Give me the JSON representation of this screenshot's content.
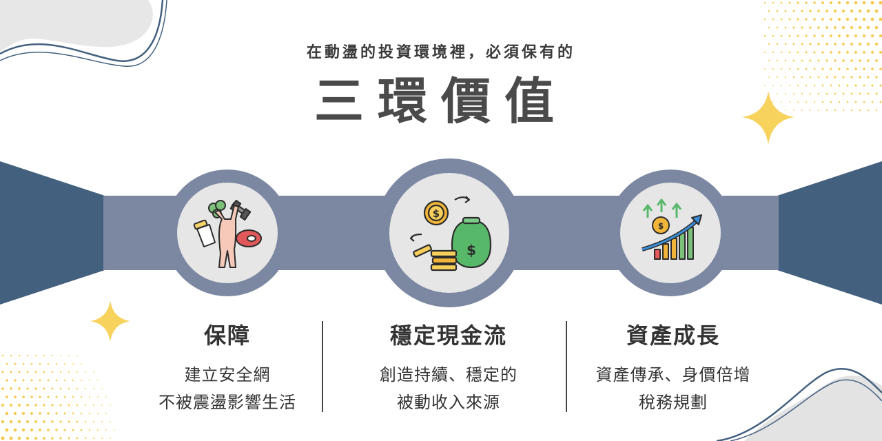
{
  "header": {
    "subtitle": "在動盪的投資環境裡，必須保有的",
    "title": "三環價值"
  },
  "values": [
    {
      "title": "保障",
      "lines": [
        "建立安全網",
        "不被震盪影響生活"
      ],
      "icon": "fitness-health-icon"
    },
    {
      "title": "穩定現金流",
      "lines": [
        "創造持續、穩定的",
        "被動收入來源"
      ],
      "icon": "money-flow-icon"
    },
    {
      "title": "資產成長",
      "lines": [
        "資產傳承、身價倍增",
        "稅務規劃"
      ],
      "icon": "growth-chart-icon"
    }
  ],
  "colors": {
    "navy": "#43607f",
    "band": "#7c88a2",
    "ring": "#7c88a2",
    "circle_fill": "#e6e6e6",
    "sparkle": "#f7d25c",
    "dots": "#f6c94a",
    "text_dark": "#333333"
  }
}
